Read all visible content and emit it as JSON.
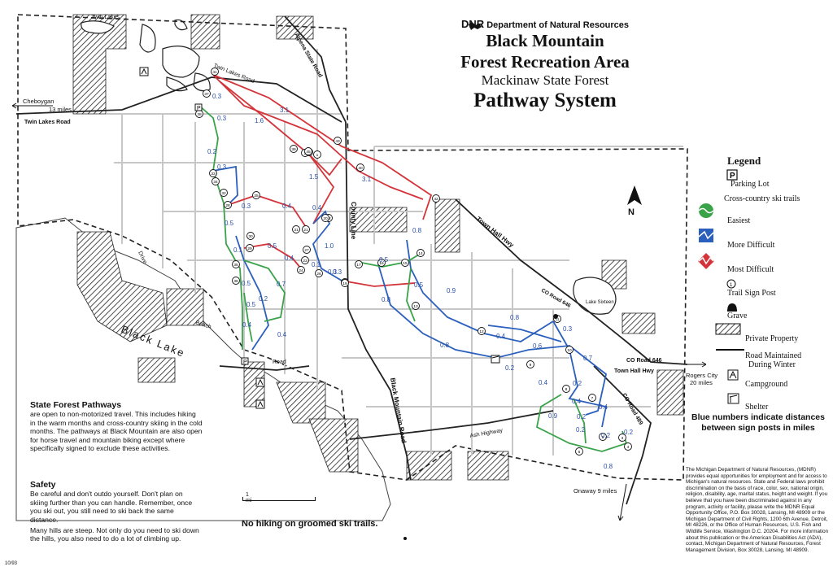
{
  "header": {
    "agency": "Department of Natural Resources",
    "agency_logo": "DNR",
    "title1": "Black Mountain",
    "title2": "Forest Recreation Area",
    "subtitle": "Mackinaw State Forest",
    "title3": "Pathway System"
  },
  "legend": {
    "title": "Legend",
    "parking": "Parking Lot",
    "ski_trails": "Cross-country ski trails",
    "easiest": "Easiest",
    "more_difficult": "More Difficult",
    "most_difficult": "Most Difficult",
    "trail_sign": "Trail Sign Post",
    "grave": "Grave",
    "private": "Private Property",
    "road_winter": "Road Maintained",
    "road_winter2": "During Winter",
    "campground": "Campground",
    "shelter": "Shelter",
    "colors": {
      "easiest": "#3aa34a",
      "more": "#2a5fbd",
      "most": "#d3343a"
    }
  },
  "blue_note": "Blue numbers indicate distances between sign posts in miles",
  "mdnr_text": "The Michigan Department of Natural Resources, (MDNR) provides equal opportunities for employment and for access to Michigan's natural resources. State and Federal laws prohibit discrimination on the basis of race, color, sex, national origin, religion, disability, age, marital status, height and weight. If you believe that you have been discriminated against in any program, activity or facility, please write the MDNR Equal Opportunity Office, P.O. Box 30028, Lansing, MI 48909 or the Michigan Department of Civil Rights, 1200 6th Avenue, Detroit, MI 48226, or the Office of Human Resources, U.S. Fish and Wildlife Service, Washington D.C. 20204. For more information about this publication or the American Disabilities Act (ADA), contact, Michigan Department of Natural Resources, Forest Management Division, Box 30028, Lansing, MI 48909.",
  "sfp": {
    "heading": "State Forest Pathways",
    "text": "are open to non-motorized travel. This includes hiking in the warm months and cross-country skiing in the cold months. The pathways at Black Mountain are also open for horse travel and mountain biking except where specifically signed to exclude these activities."
  },
  "safety": {
    "heading": "Safety",
    "p1": "Be careful and don't outdo yourself. Don't plan on skiing further than you can handle. Remember, once you ski out, you still need to ski back the same distance.",
    "p2": "Many hills are steep. Not only do you need to ski down the hills, you also need to do a lot of climbing up."
  },
  "scale_label": "1 mi",
  "no_hiking": "No hiking on groomed ski trails.",
  "date_code": "10/93",
  "map_labels": {
    "twin_lakes": "Twin Lakes",
    "twin_lakes_rd": "Twin Lakes Road",
    "twin_lakes_rd2": "Twin Lakes Road",
    "cheboygan": "Cheboygan",
    "cheboygan_mi": "13 miles",
    "alpena": "Alpena State Road",
    "county_line": "County Line",
    "town_hall": "Town Hall Hwy",
    "town_hall2": "Town Hall Hwy",
    "black_lake": "Black Lake",
    "beach": "Beach",
    "road": "Road",
    "black_mtn_rd": "Black Mountain Road",
    "ash_hwy": "Ash Highway",
    "co646": "CO Road 646",
    "co646b": "CO Road 646",
    "co489": "CO Road 489",
    "lake_sixteen": "Lake Sixteen",
    "rogers": "Rogers City",
    "rogers_mi": "20 miles",
    "onaway": "Onaway 9 miles",
    "north": "N",
    "drive": "Drive"
  },
  "distances_blue": [
    "3.1",
    "1.6",
    "0.3",
    "0.3",
    "0.2",
    "0.3",
    "1.5",
    "3.1",
    "0.3",
    "0.4",
    "0.4",
    "0.5",
    "0.5",
    "0.4",
    "0.1",
    "1.0",
    "0.1",
    "0.3",
    "0.5",
    "0.7",
    "0.2",
    "0.4",
    "0.4",
    "0.5",
    "0.8",
    "0.5",
    "0.9",
    "0.8",
    "0.8",
    "0.3",
    "0.4",
    "0.6",
    "0.7",
    "0.8",
    "0.2",
    "0.2",
    "0.4",
    "0.4",
    "0.2",
    "0.9",
    "0.2",
    "0.2",
    "0.2",
    "0.8",
    "0.4",
    "0.3",
    "0.5"
  ],
  "signposts": [
    "41",
    "37",
    "38",
    "33",
    "34",
    "32",
    "35",
    "36",
    "28",
    "25",
    "29",
    "30",
    "31",
    "27",
    "24",
    "23",
    "26",
    "21",
    "22",
    "20",
    "18",
    "17",
    "16",
    "15",
    "14",
    "13",
    "12",
    "11",
    "10",
    "9",
    "8",
    "7",
    "6",
    "5",
    "4",
    "3",
    "2",
    "1",
    "43",
    "42",
    "44",
    "45",
    "40",
    "39",
    "19"
  ]
}
